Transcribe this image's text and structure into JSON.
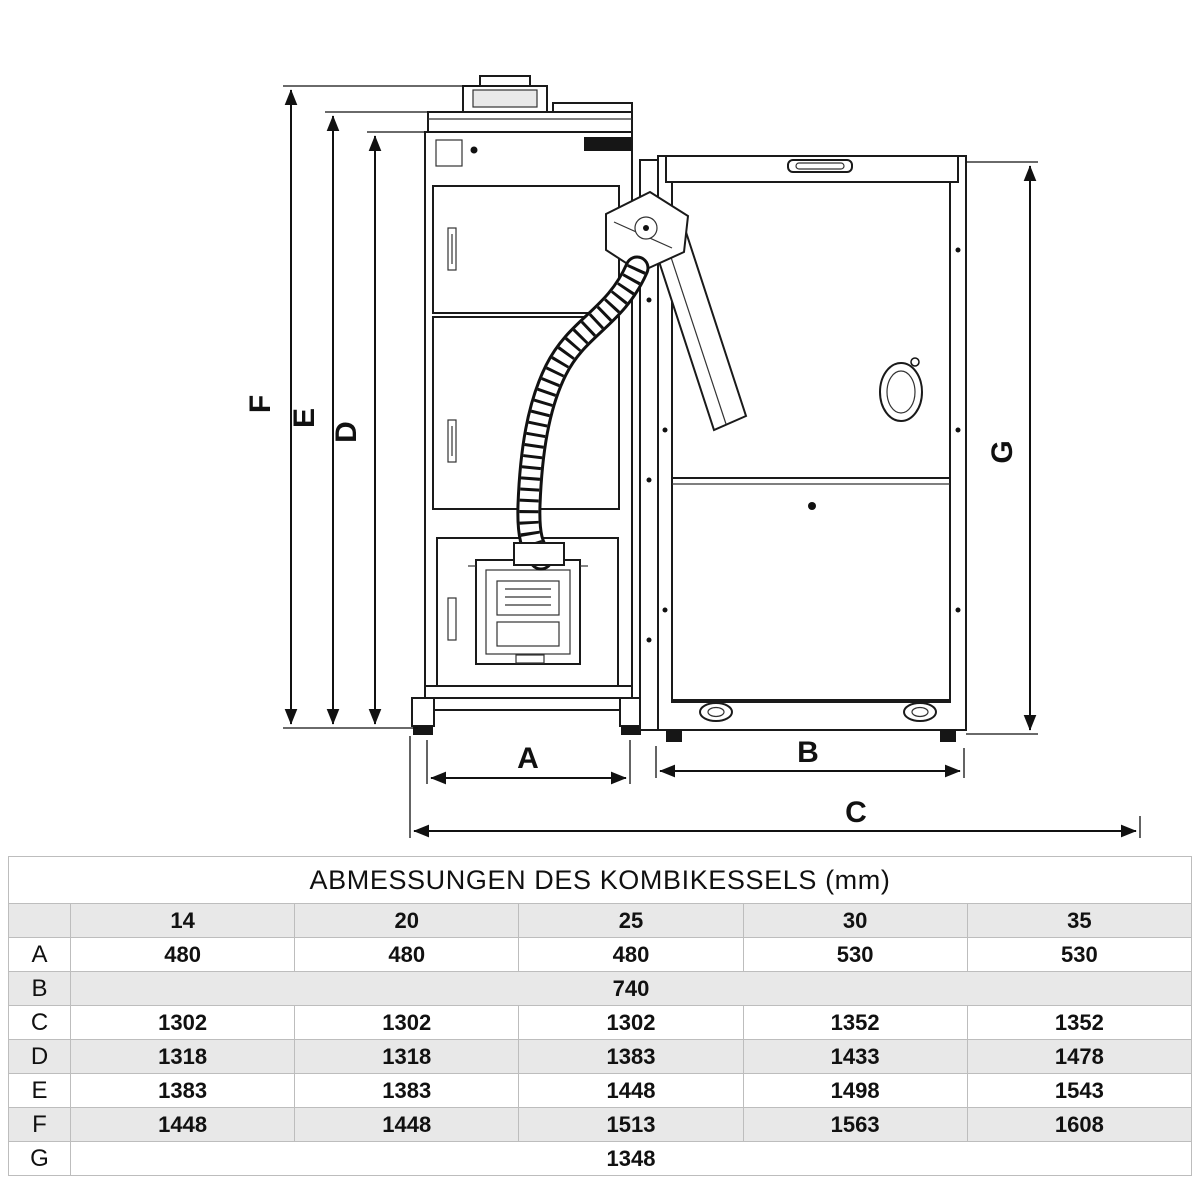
{
  "diagram": {
    "labels": {
      "a": "A",
      "b": "B",
      "c": "C",
      "d": "D",
      "e": "E",
      "f": "F",
      "g": "G"
    }
  },
  "table": {
    "title": "ABMESSUNGEN DES KOMBIKESSELS (mm)",
    "columns": [
      "14",
      "20",
      "25",
      "30",
      "35"
    ],
    "rows": [
      {
        "label": "A",
        "values": [
          "480",
          "480",
          "480",
          "530",
          "530"
        ]
      },
      {
        "label": "B",
        "value": "740"
      },
      {
        "label": "C",
        "values": [
          "1302",
          "1302",
          "1302",
          "1352",
          "1352"
        ]
      },
      {
        "label": "D",
        "values": [
          "1318",
          "1318",
          "1383",
          "1433",
          "1478"
        ]
      },
      {
        "label": "E",
        "values": [
          "1383",
          "1383",
          "1448",
          "1498",
          "1543"
        ]
      },
      {
        "label": "F",
        "values": [
          "1448",
          "1448",
          "1513",
          "1563",
          "1608"
        ]
      },
      {
        "label": "G",
        "value": "1348"
      }
    ]
  }
}
